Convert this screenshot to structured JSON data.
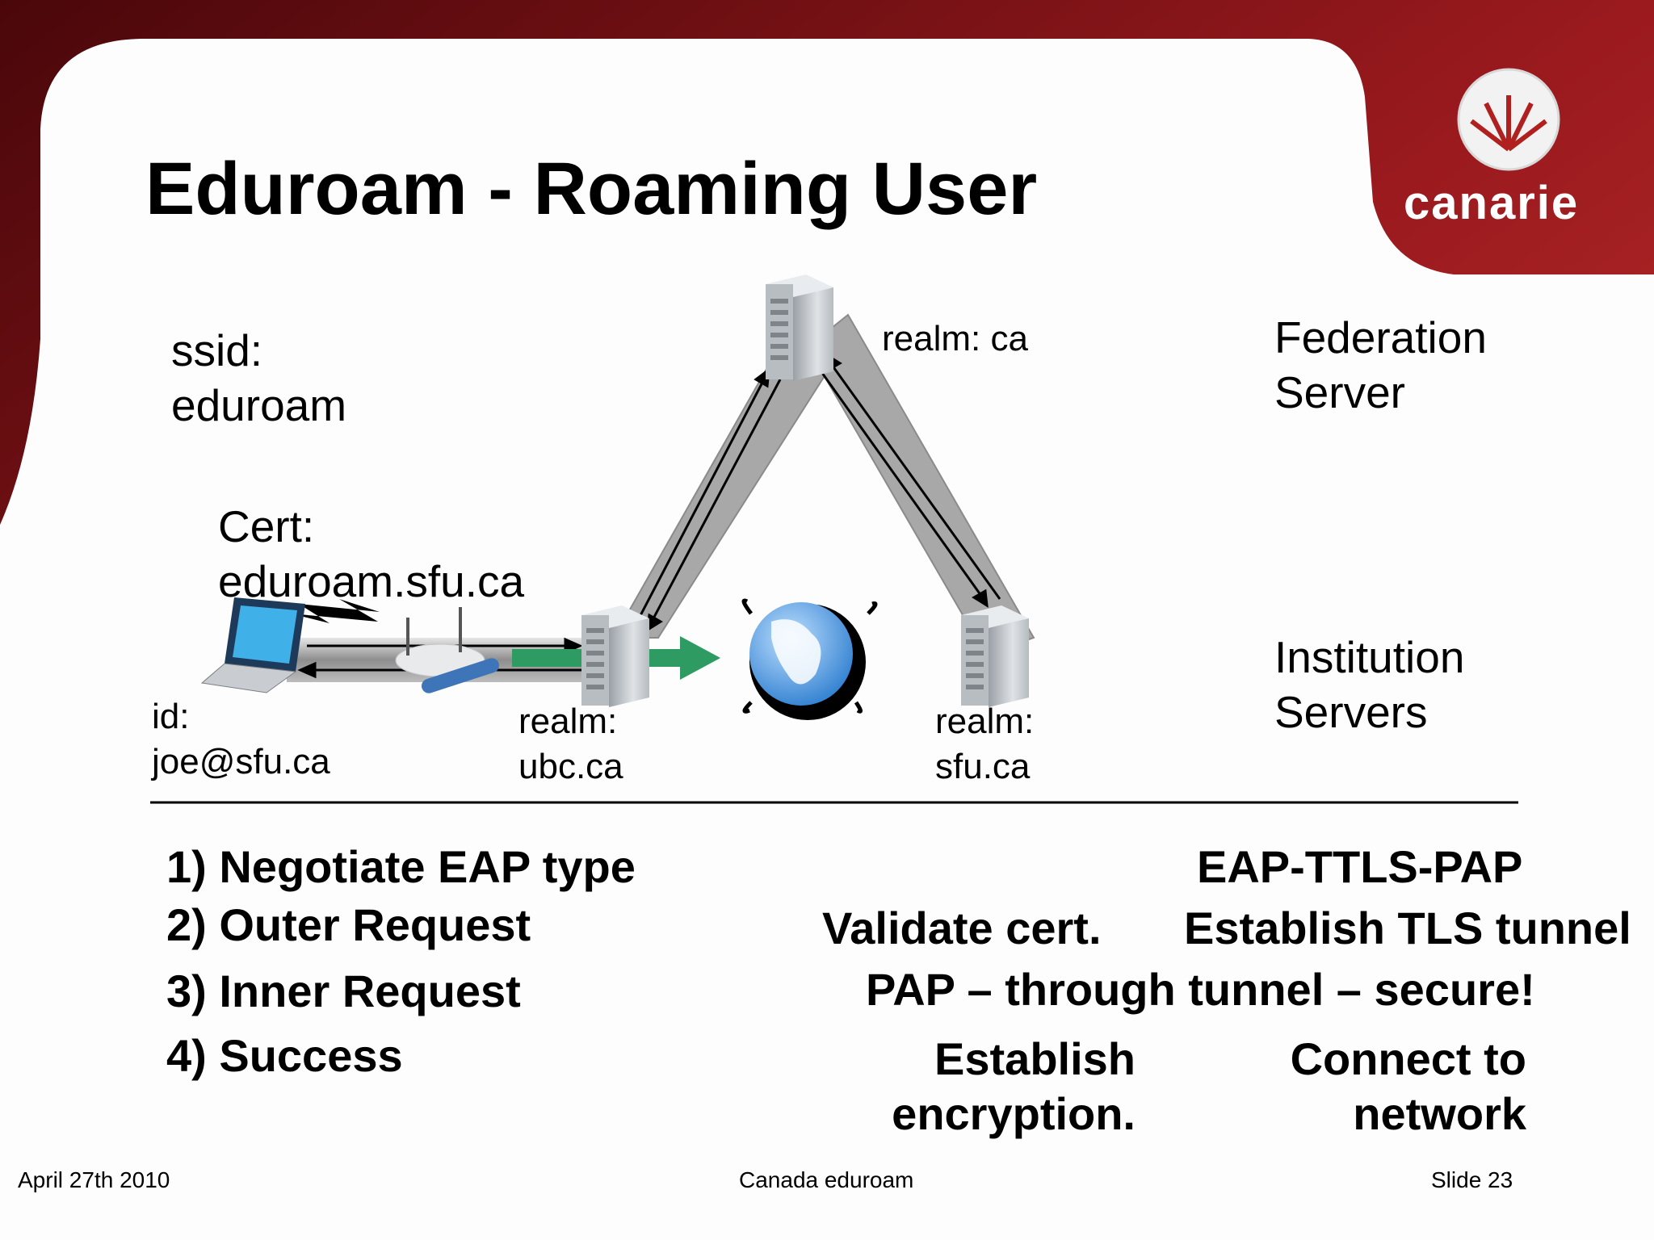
{
  "slide": {
    "title": "Eduroam - Roaming User",
    "logo_text": "canarie",
    "labels": {
      "ssid": [
        "ssid:",
        "eduroam"
      ],
      "cert": [
        "Cert:",
        "eduroam.sfu.ca"
      ],
      "id": [
        "id:",
        "joe@sfu.ca"
      ],
      "realm_ubc": [
        "realm:",
        "ubc.ca"
      ],
      "realm_ca": "realm: ca",
      "realm_sfu": [
        "realm:",
        "sfu.ca"
      ],
      "federation": [
        "Federation",
        "Server"
      ],
      "institution": [
        "Institution",
        "Servers"
      ]
    },
    "steps": [
      "1) Negotiate EAP type",
      "2) Outer Request",
      "3) Inner Request",
      "4) Success"
    ],
    "notes": {
      "eap": "EAP-TTLS-PAP",
      "validate": "Validate cert.",
      "tunnel": "Establish TLS tunnel",
      "pap": "PAP – through tunnel – secure!",
      "encrypt": [
        "Establish",
        "encryption."
      ],
      "connect": [
        "Connect to",
        "network"
      ]
    },
    "footer": {
      "date": "April 27th 2010",
      "center": "Canada eduroam",
      "slide": "Slide 23"
    }
  },
  "colors": {
    "brand_red": "#8b1418",
    "arrow_green": "#2e9b63",
    "globe_blue": "#5aa5e6"
  }
}
